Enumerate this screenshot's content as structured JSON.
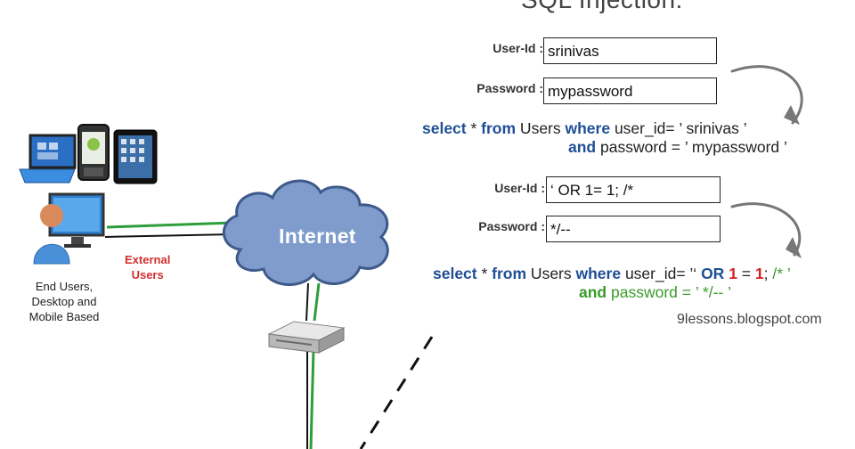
{
  "title": "SQL Injection.",
  "example1": {
    "userid_label": "User-Id :",
    "userid_value": "srinivas",
    "password_label": "Password :",
    "password_value": "mypassword",
    "query_line1": {
      "kw_select": "select",
      "star": " * ",
      "kw_from": "from",
      "users": " Users ",
      "kw_where": "where",
      "cond": " user_id= ’ srinivas ’"
    },
    "query_line2": {
      "kw_and": "and",
      "cond": " password = ’ mypassword ’"
    }
  },
  "example2": {
    "userid_label": "User-Id :",
    "userid_value": "‘ OR 1= 1; /*",
    "password_label": "Password :",
    "password_value": "*/--",
    "query_line1": {
      "kw_select": "select",
      "star": " * ",
      "kw_from": "from",
      "users": " Users ",
      "kw_where": "where",
      "cond": " user_id= ’‘ ",
      "kw_or": "OR",
      "sp1": " ",
      "one_a": "1",
      "eq": " = ",
      "one_b": "1",
      "semi": "; ",
      "comment": "/* ’"
    },
    "query_line2": {
      "kw_and": "and",
      "cond": " password = ’ */-- ’"
    }
  },
  "credit": "9lessons.blogspot.com",
  "network": {
    "cloud_label": "Internet",
    "external_users_line1": "External",
    "external_users_line2": "Users",
    "end_users_text": "End Users, Desktop and Mobile Based"
  },
  "colors": {
    "keyword_blue": "#1f4e96",
    "keyword_green": "#3a9a2a",
    "keyword_red": "#d42020",
    "cloud_fill": "#7f9ccc",
    "wire_green": "#2e9e3a",
    "external_red": "#d32f2f"
  },
  "icons": [
    "tablet-icon",
    "android-phone-icon",
    "ipad-icon",
    "desktop-user-icon",
    "cloud-icon",
    "router-icon",
    "curved-arrow-icon"
  ]
}
